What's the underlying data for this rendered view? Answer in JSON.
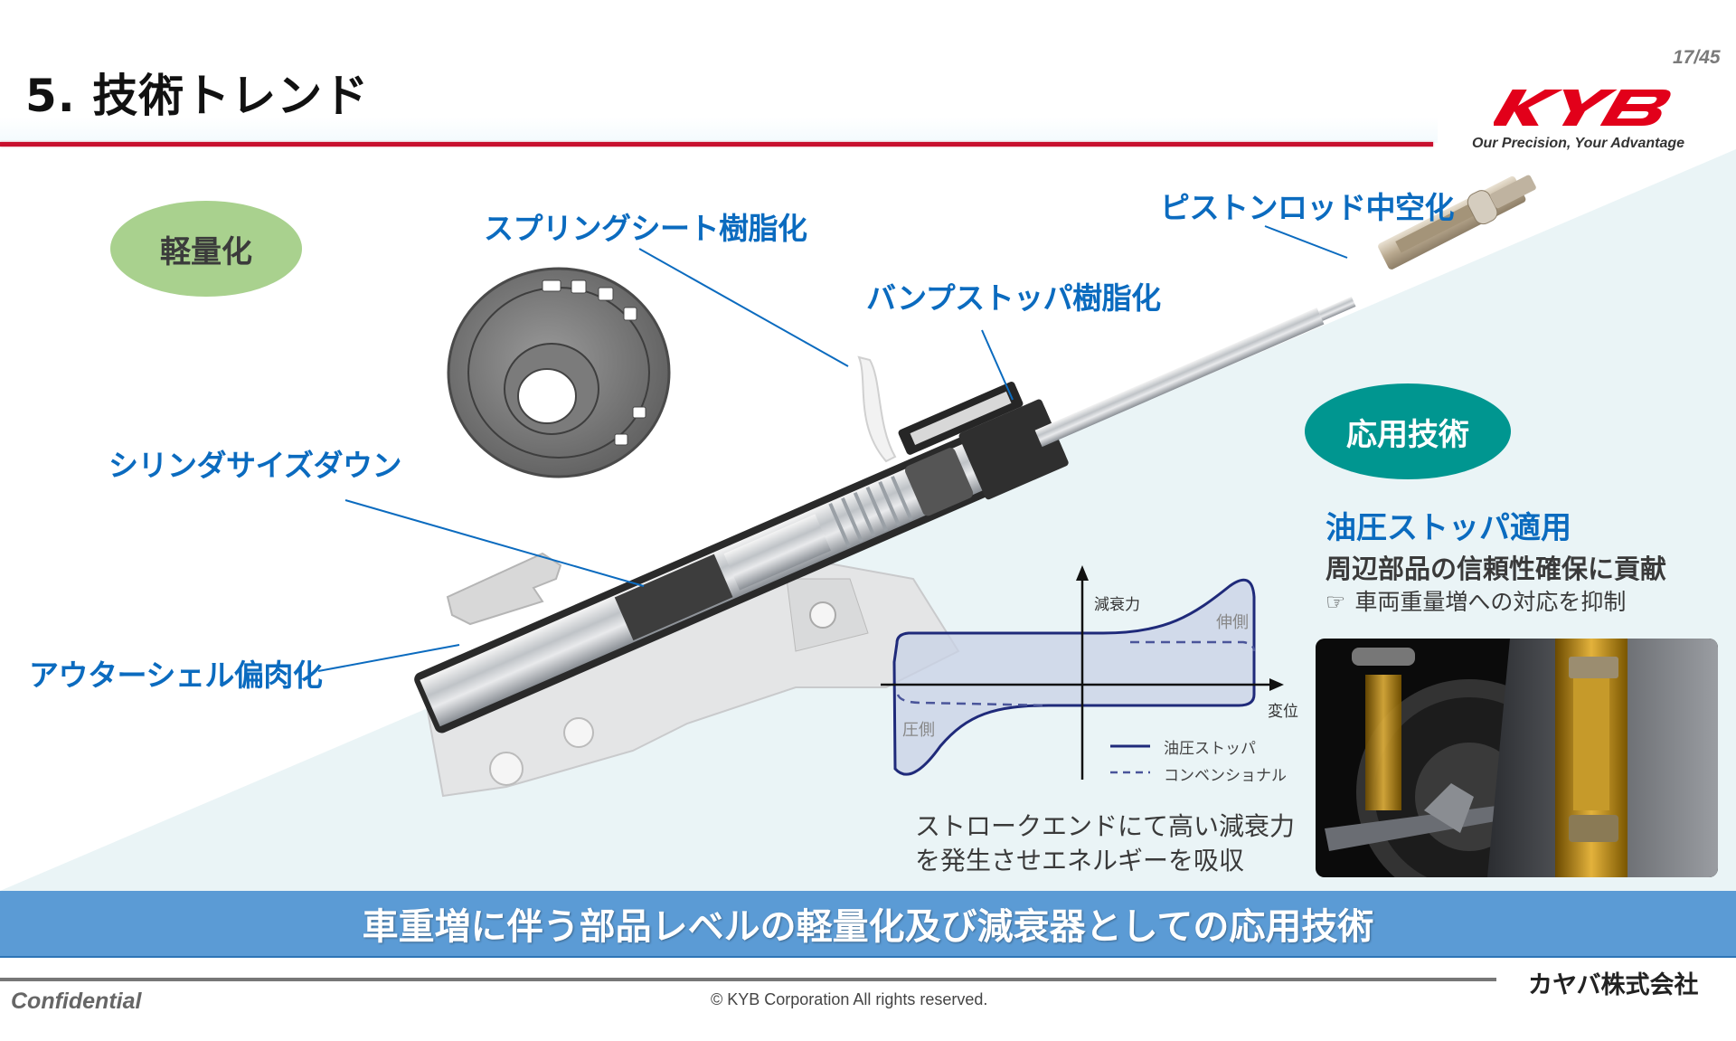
{
  "header": {
    "title": "5. 技術トレンド",
    "page_number": "17/45",
    "logo_text": "KYB",
    "tagline": "Our Precision, Your Advantage",
    "accent_color": "#c8102e"
  },
  "categories": {
    "lightweight": {
      "label": "軽量化",
      "color": "#a9d18e"
    },
    "applied": {
      "label": "応用技術",
      "color": "#009690"
    }
  },
  "callouts": [
    {
      "id": "spring-seat",
      "label": "スプリングシート樹脂化"
    },
    {
      "id": "piston-rod",
      "label": "ピストンロッド中空化"
    },
    {
      "id": "bump-stopper",
      "label": "バンプストッパ樹脂化"
    },
    {
      "id": "cylinder",
      "label": "シリンダサイズダウン"
    },
    {
      "id": "outer-shell",
      "label": "アウターシェル偏肉化"
    }
  ],
  "applied_tech": {
    "heading": "油圧ストッパ適用",
    "subheading": "周辺部品の信頼性確保に貢献",
    "note_icon": "pointing-hand-icon",
    "note_glyph": "☞",
    "note": "車両重量増への対応を抑制"
  },
  "chart_data": {
    "type": "line",
    "title": "",
    "xlabel": "変位",
    "ylabel": "減衰力",
    "annotations": [
      "伸側",
      "圧側"
    ],
    "legend": [
      {
        "name": "油圧ストッパ",
        "style": "solid"
      },
      {
        "name": "コンベンショナル",
        "style": "dashed"
      }
    ],
    "series": [
      {
        "name": "油圧ストッパ",
        "description": "Damping-force loop that rises sharply at stroke ends (extension side peak ~3x, compression side trough ~3x of mid-stroke level)",
        "x": [
          -1.0,
          -0.6,
          -0.2,
          0,
          0.2,
          0.6,
          1.0
        ],
        "y_extension": [
          0.5,
          0.5,
          0.5,
          0.5,
          0.55,
          0.9,
          1.4
        ],
        "y_compression": [
          -1.3,
          -0.6,
          -0.3,
          -0.25,
          -0.25,
          -0.25,
          -0.25
        ]
      },
      {
        "name": "コンベンショナル",
        "description": "Flat damping-force loop",
        "x": [
          -1.0,
          -0.6,
          -0.2,
          0,
          0.2,
          0.6,
          1.0
        ],
        "y_extension": [
          0.5,
          0.5,
          0.5,
          0.5,
          0.5,
          0.5,
          0.5
        ],
        "y_compression": [
          -0.25,
          -0.25,
          -0.25,
          -0.25,
          -0.25,
          -0.25,
          -0.25
        ]
      }
    ],
    "grid": false
  },
  "caption": {
    "line1": "ストロークエンドにて高い減衰力",
    "line2": "を発生させエネルギーを吸収"
  },
  "banner": {
    "text": "車重増に伴う部品レベルの軽量化及び減衰器としての応用技術",
    "color": "#5b9bd5"
  },
  "footer": {
    "confidential": "Confidential",
    "copyright": "© KYB Corporation All rights reserved.",
    "company": "カヤバ株式会社"
  }
}
